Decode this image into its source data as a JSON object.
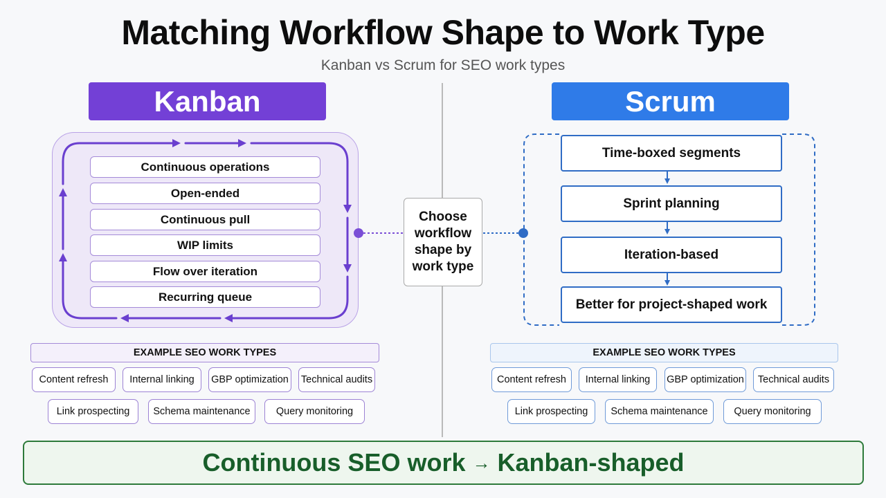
{
  "title": "Matching Workflow Shape to Work Type",
  "subtitle": "Kanban vs Scrum for SEO work types",
  "kanban": {
    "header": "Kanban",
    "items": [
      "Continuous operations",
      "Open-ended",
      "Continuous pull",
      "WIP limits",
      "Flow over iteration",
      "Recurring queue"
    ],
    "examples_header": "EXAMPLE SEO WORK TYPES",
    "examples_row1": [
      "Content refresh",
      "Internal linking",
      "GBP optimization",
      "Technical audits"
    ],
    "examples_row2": [
      "Link prospecting",
      "Schema maintenance",
      "Query monitoring"
    ]
  },
  "scrum": {
    "header": "Scrum",
    "items": [
      "Time-boxed segments",
      "Sprint planning",
      "Iteration-based",
      "Better for project-shaped work"
    ],
    "examples_header": "EXAMPLE SEO WORK TYPES",
    "examples_row1": [
      "Content refresh",
      "Internal linking",
      "GBP optimization",
      "Technical audits"
    ],
    "examples_row2": [
      "Link prospecting",
      "Schema maintenance",
      "Query monitoring"
    ]
  },
  "center": {
    "text": "Choose workflow shape by work type"
  },
  "conclusion": {
    "left": "Continuous SEO work",
    "arrow": "→",
    "right": "Kanban-shaped"
  },
  "colors": {
    "kanban_accent": "#7340d6",
    "scrum_accent": "#2f7be8",
    "conclusion_green": "#185e2a"
  }
}
